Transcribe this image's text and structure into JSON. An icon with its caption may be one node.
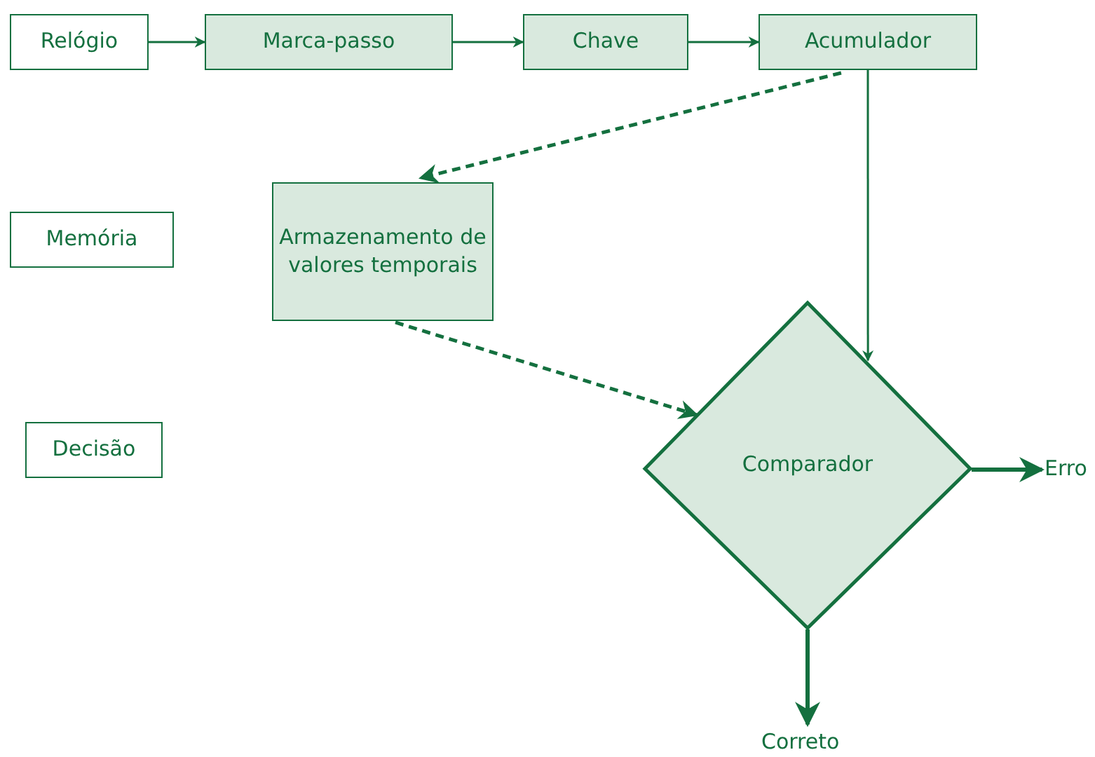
{
  "diagram": {
    "nodes": [
      {
        "text": [
          "Relógio"
        ]
      },
      {
        "text": [
          "Marca-passo"
        ]
      },
      {
        "text": [
          "Chave"
        ]
      },
      {
        "text": [
          "Acumulador"
        ]
      },
      {
        "text": [
          "Memória"
        ]
      },
      {
        "text": [
          "Armazenamento de valores temporais"
        ]
      },
      {
        "text": [
          "Decisão"
        ]
      },
      {
        "text": [
          "Comparador"
        ]
      },
      {
        "text": [
          "Erro"
        ]
      },
      {
        "text": [
          "Correto"
        ]
      }
    ],
    "edges": [
      {
        "from": 0,
        "to": 1,
        "arrow": "to"
      },
      {
        "from": 1,
        "to": 2,
        "arrow": "to"
      },
      {
        "from": 2,
        "to": 3,
        "arrow": "to"
      },
      {
        "from": 3,
        "to": 5,
        "arrow": "to",
        "style": "dashed"
      },
      {
        "from": 5,
        "to": 7,
        "arrow": "to",
        "style": "dashed"
      },
      {
        "from": 3,
        "to": 7,
        "arrow": "to"
      },
      {
        "from": 7,
        "to": 8,
        "arrow": "to",
        "style": "thick"
      },
      {
        "from": 7,
        "to": 9,
        "arrow": "to",
        "style": "thick"
      }
    ]
  }
}
